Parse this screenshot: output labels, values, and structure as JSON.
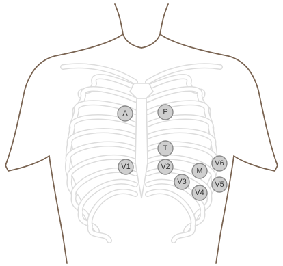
{
  "colors": {
    "outline": "#7a6452",
    "ribs": "#dcdcdc",
    "marker_fill": "#cfcfcf",
    "marker_stroke": "#8a8a8a",
    "marker_text": "#333333"
  },
  "markers": [
    {
      "id": "A",
      "label": "A"
    },
    {
      "id": "P",
      "label": "P"
    },
    {
      "id": "T",
      "label": "T"
    },
    {
      "id": "V1",
      "label": "V1"
    },
    {
      "id": "V2",
      "label": "V2"
    },
    {
      "id": "V3",
      "label": "V3"
    },
    {
      "id": "V4",
      "label": "V4"
    },
    {
      "id": "M",
      "label": "M"
    },
    {
      "id": "V5",
      "label": "V5"
    },
    {
      "id": "V6",
      "label": "V6"
    }
  ]
}
